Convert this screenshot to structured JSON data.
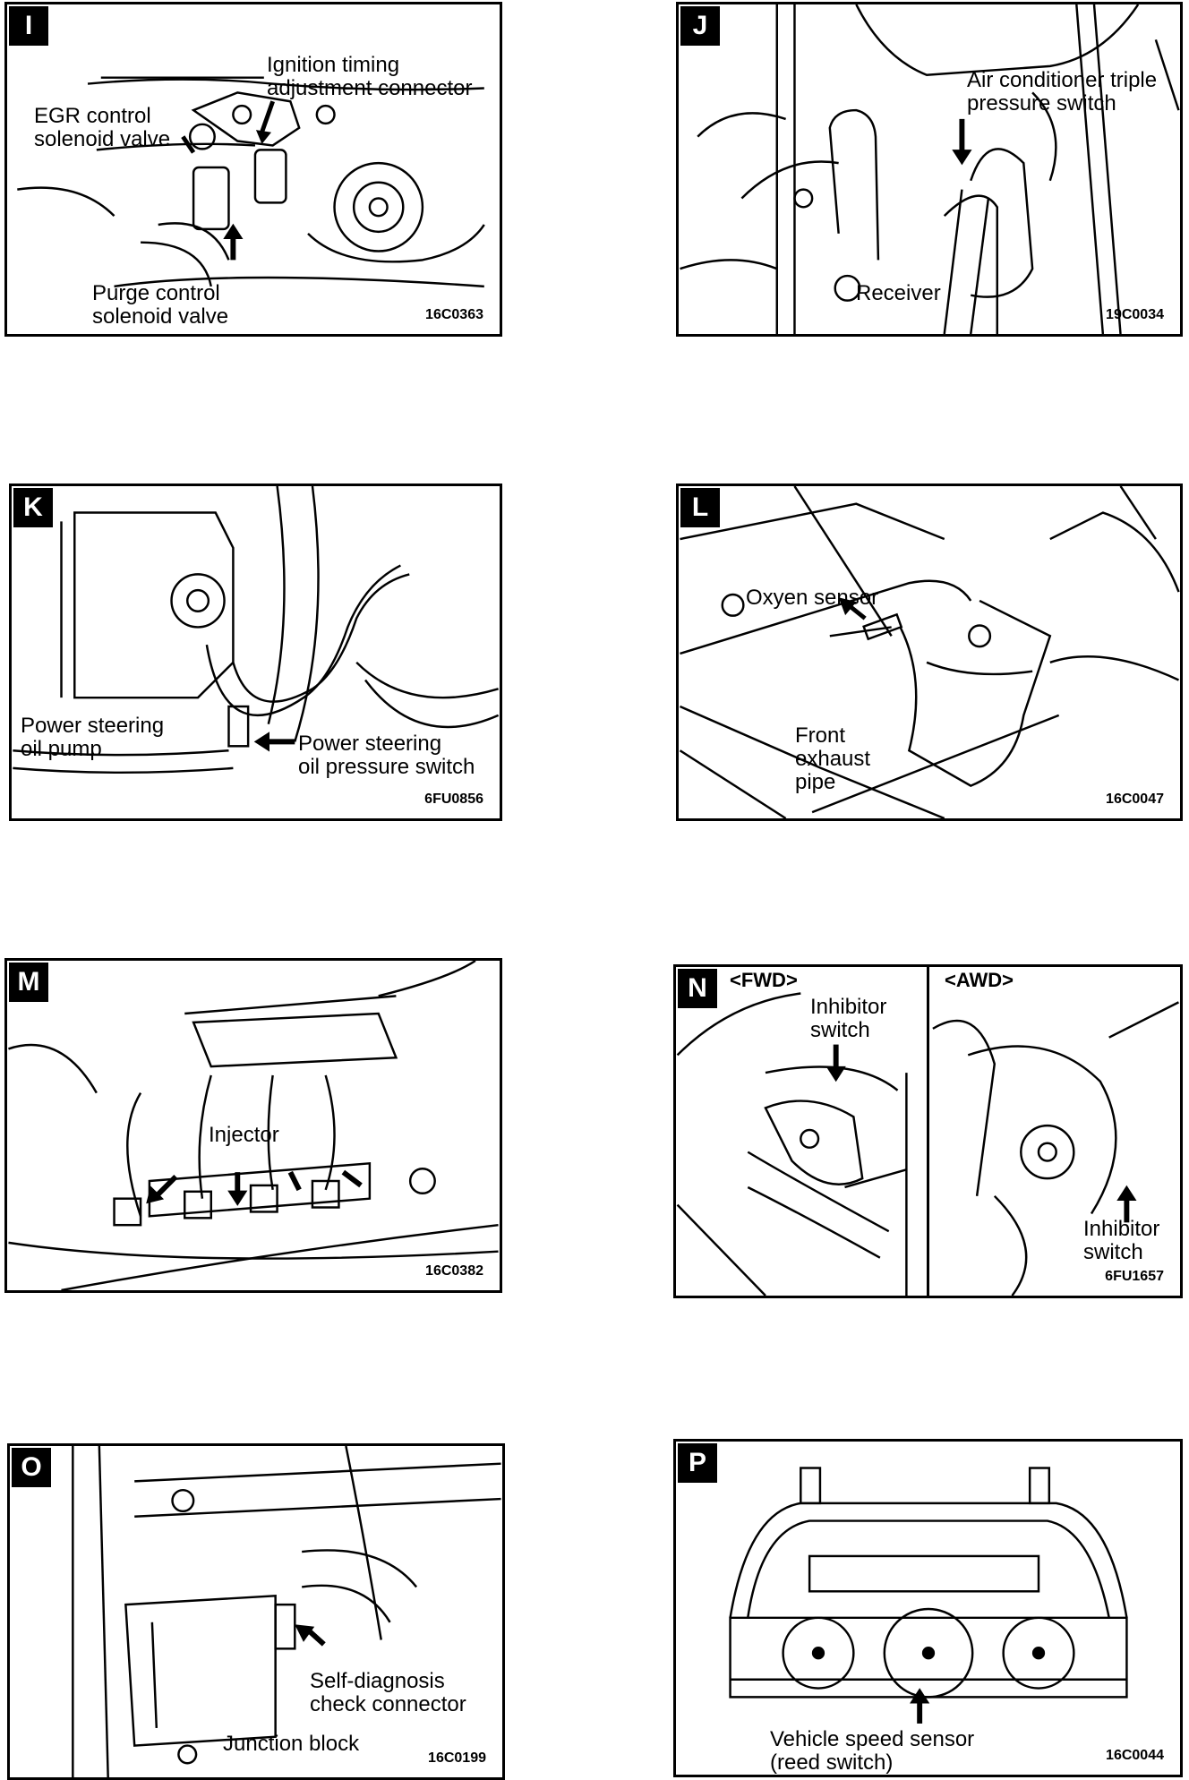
{
  "panels": {
    "I": {
      "tag": "I",
      "code": "16C0363",
      "labels": {
        "ignition": "Ignition timing\nadjustment connector",
        "egr": "EGR control\nsolenoid valve",
        "purge": "Purge control\nsolenoid valve"
      }
    },
    "J": {
      "tag": "J",
      "code": "19C0034",
      "labels": {
        "ac": "Air conditioner triple\npressure switch",
        "receiver": "Receiver"
      }
    },
    "K": {
      "tag": "K",
      "code": "6FU0856",
      "labels": {
        "pump": "Power steering\noil pump",
        "switch": "Power steering\noil pressure switch"
      }
    },
    "L": {
      "tag": "L",
      "code": "16C0047",
      "labels": {
        "oxygen": "Oxyen sensor",
        "exhaust": "Front\nexhaust\npipe"
      }
    },
    "M": {
      "tag": "M",
      "code": "16C0382",
      "labels": {
        "injector": "Injector"
      }
    },
    "N": {
      "tag": "N",
      "code": "6FU1657",
      "fwd": "<FWD>",
      "awd": "<AWD>",
      "labels": {
        "inhibitor_fwd": "Inhibitor\nswitch",
        "inhibitor_awd": "Inhibitor\nswitch"
      }
    },
    "O": {
      "tag": "O",
      "code": "16C0199",
      "labels": {
        "self_diag": "Self-diagnosis\ncheck connector",
        "junction": "Junction block"
      }
    },
    "P": {
      "tag": "P",
      "code": "16C0044",
      "labels": {
        "speed": "Vehicle speed sensor\n(reed switch)"
      }
    }
  }
}
